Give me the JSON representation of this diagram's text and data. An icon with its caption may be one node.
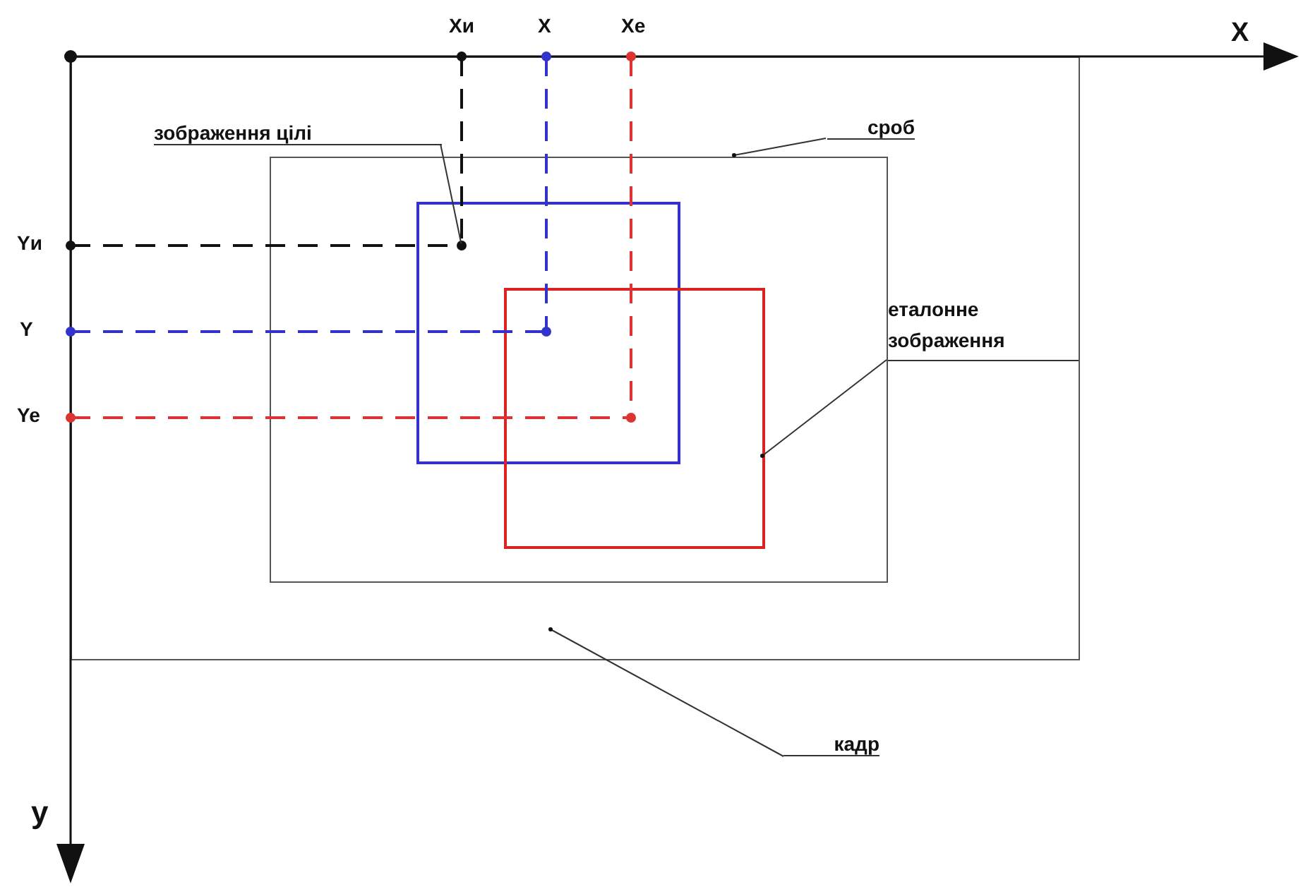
{
  "diagram": {
    "nodes": [
      {
        "text": [],
        "shape": "box"
      },
      {
        "text": [],
        "shape": "box",
        "in": 0
      },
      {
        "text": [],
        "shape": "box",
        "in": 1
      },
      {
        "text": [],
        "shape": "box",
        "in": 1
      },
      {
        "text": [
          "зображення цілі"
        ],
        "in": 0
      },
      {
        "text": [
          "сроб"
        ],
        "in": 0
      },
      {
        "text": [
          "еталонне зображення"
        ],
        "in": 0
      },
      {
        "text": [
          "кадр"
        ]
      }
    ],
    "edges": [
      {
        "from": 4,
        "to": 2,
        "arrow": "other"
      },
      {
        "from": 5,
        "to": 1,
        "arrow": "other"
      },
      {
        "from": 6,
        "to": 3,
        "arrow": "other"
      },
      {
        "from": 7,
        "to": 0,
        "arrow": "other"
      }
    ],
    "labels": [
      "Xи",
      "X",
      "Xe",
      "X",
      "Yи",
      "Y",
      "Ye",
      "y"
    ]
  }
}
